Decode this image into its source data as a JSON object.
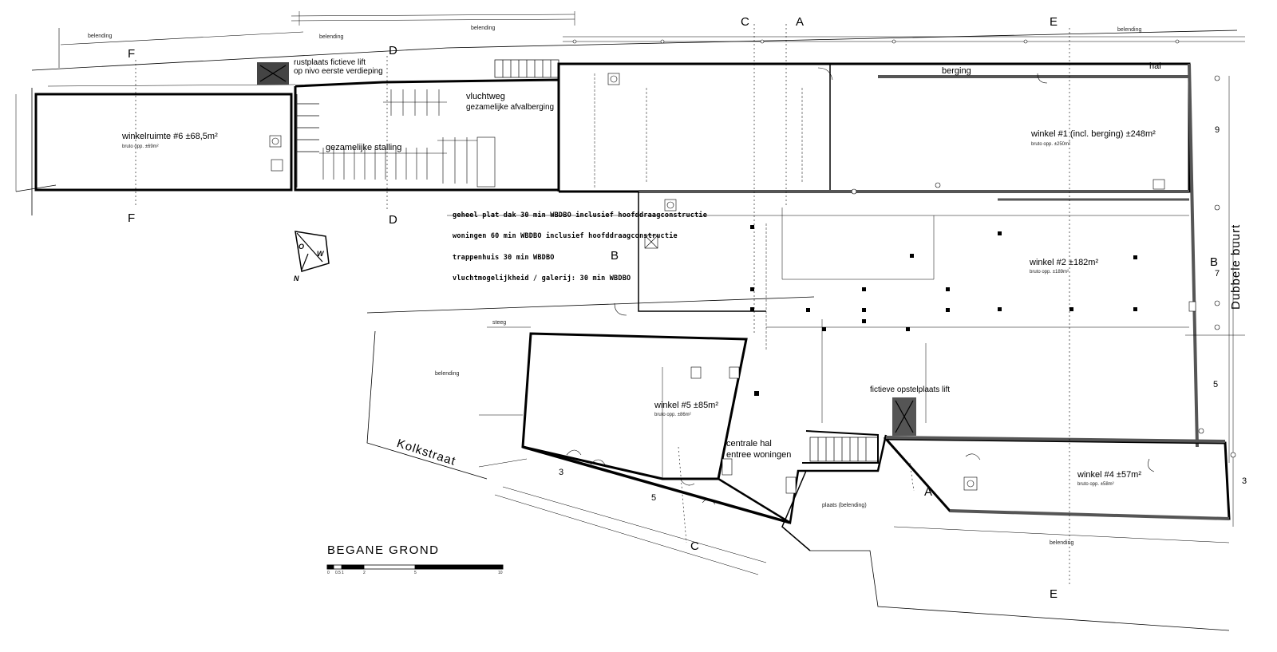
{
  "drawing": {
    "title": "BEGANE GROND",
    "scale_labels": [
      "0",
      "0.5",
      "1",
      "2",
      "5",
      "10"
    ]
  },
  "rooms": {
    "winkel6": {
      "label": "winkelruimte #6 ±68,5m²",
      "sub": "bruto opp. ±69m²"
    },
    "winkel1": {
      "label": "winkel #1 (incl. berging) ±248m²",
      "sub": "bruto opp. ±250m²"
    },
    "winkel2": {
      "label": "winkel #2 ±182m²",
      "sub": "bruto opp. ±189m²"
    },
    "winkel5": {
      "label": "winkel #5 ±85m²",
      "sub": "bruto opp. ±86m²"
    },
    "winkel4": {
      "label": "winkel #4 ±57m²",
      "sub": "bruto opp. ±58m²"
    },
    "stalling": "gezamelijke stalling",
    "afvalberging": "gezamelijke afvalberging",
    "vluchtweg": "vluchtweg",
    "berging": "berging",
    "hal": "hal",
    "centrale_hal": "centrale hal",
    "entree": "entree woningen",
    "lift_rust": "rustplaats fictieve lift",
    "lift_rust2": "op nivo eerste verdieping",
    "lift_opstel": "fictieve opstelplaats lift",
    "plaats": "plaats (belending)",
    "steeg": "steeg"
  },
  "notes": [
    "geheel plat dak 30 min WBDBO inclusief hoofddraagconstructie",
    "woningen 60 min WBDBO inclusief hoofddraagconstructie",
    "trappenhuis 30 min WBDBO",
    "vluchtmogelijkheid / galerij: 30 min WBDBO"
  ],
  "streets": {
    "kolkstraat": "Kolkstraat",
    "dubbele_buurt": "Dubbele buurt"
  },
  "grid_labels": {
    "A": "A",
    "B": "B",
    "C": "C",
    "D": "D",
    "E": "E",
    "F": "F"
  },
  "house_numbers": {
    "n9": "9",
    "n7": "7",
    "n5": "5",
    "n3a": "3",
    "n3b": "3",
    "n5b": "5"
  },
  "belending": "belending",
  "compass": {
    "o": "O",
    "w": "W",
    "n": "N"
  }
}
